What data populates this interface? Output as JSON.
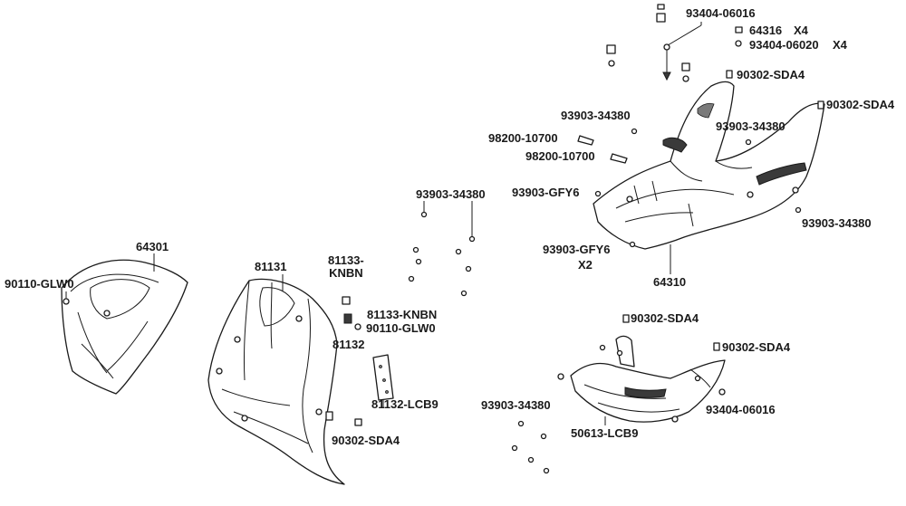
{
  "diagram": {
    "labels": {
      "p93404_06016_top": "93404-06016",
      "p64316": "64316",
      "p64316_qty": "X4",
      "p93404_06020": "93404-06020",
      "p93404_06020_qty": "X4",
      "p90302_sda4_a": "90302-SDA4",
      "p90302_sda4_b": "90302-SDA4",
      "p93903_34380_a": "93903-34380",
      "p93903_34380_b": "93903-34380",
      "p98200_10700_a": "98200-10700",
      "p98200_10700_b": "98200-10700",
      "p93903_gfy6_a": "93903-GFY6",
      "p93903_34380_c": "93903-34380",
      "p93903_34380_d": "93903-34380",
      "p93903_gfy6_b": "93903-GFY6",
      "p93903_gfy6_b_qty": "X2",
      "p64310": "64310",
      "p64301": "64301",
      "p90110_glw0_a": "90110-GLW0",
      "p81131": "81131",
      "p81133_knbn_a": "81133-\nKNBN",
      "p81133_knbn_b": "81133-KNBN",
      "p90110_glw0_b": "90110-GLW0",
      "p81132": "81132",
      "p81132_lcb9": "81132-LCB9",
      "p90302_sda4_c": "90302-SDA4",
      "p90302_sda4_d": "90302-SDA4",
      "p90302_sda4_e": "90302-SDA4",
      "p93404_06016_bot": "93404-06016",
      "p93903_34380_e": "93903-34380",
      "p50613_lcb9": "50613-LCB9"
    }
  }
}
